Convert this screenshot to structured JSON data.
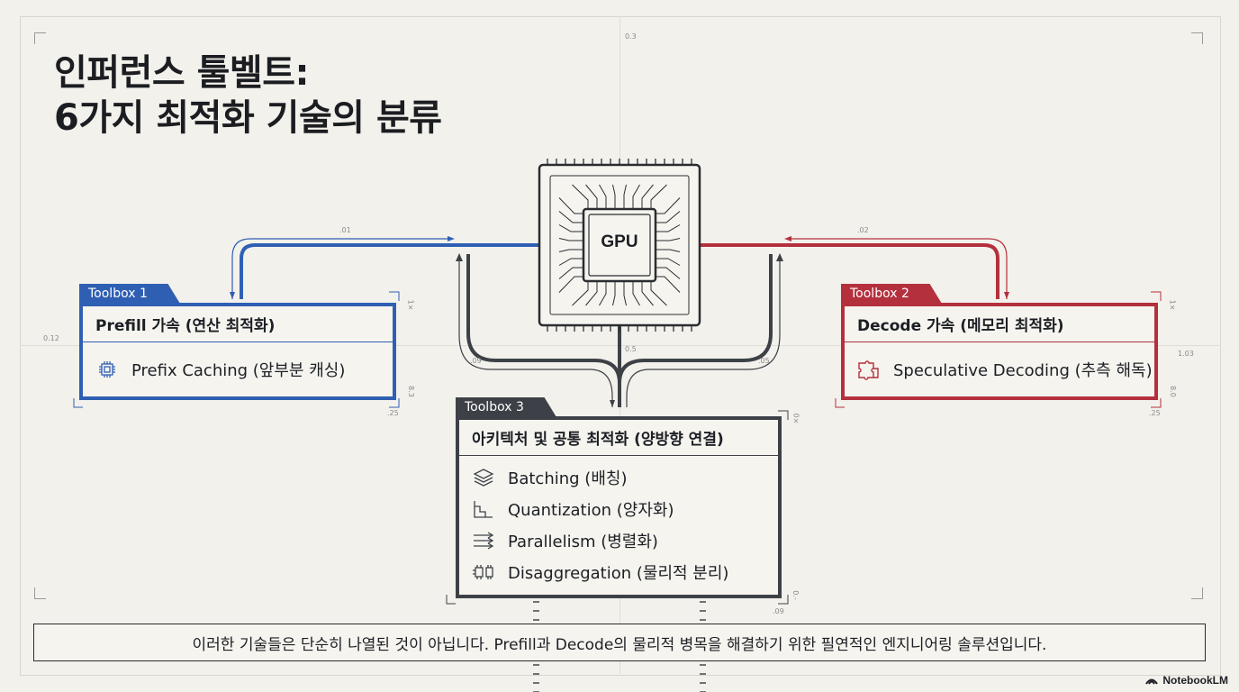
{
  "title": {
    "line1": "인퍼런스 툴벨트:",
    "line2": "6가지 최적화 기술의 분류"
  },
  "chip": {
    "label": "GPU"
  },
  "toolbox1": {
    "tab": "Toolbox 1",
    "header": "Prefill 가속 (연산 최적화)",
    "items": [
      {
        "label": "Prefix Caching (앞부분 캐싱)",
        "icon": "chip-icon"
      }
    ],
    "color": "#2f5fb3"
  },
  "toolbox2": {
    "tab": "Toolbox 2",
    "header": "Decode 가속 (메모리 최적화)",
    "items": [
      {
        "label": "Speculative Decoding (추측 해독)",
        "icon": "puzzle-icon"
      }
    ],
    "color": "#b4303d"
  },
  "toolbox3": {
    "tab": "Toolbox 3",
    "header": "아키텍처 및 공통 최적화 (양방향 연결)",
    "items": [
      {
        "label": "Batching (배칭)",
        "icon": "layers-icon"
      },
      {
        "label": "Quantization (양자화)",
        "icon": "step-icon"
      },
      {
        "label": "Parallelism (병렬화)",
        "icon": "parallel-arrows-icon"
      },
      {
        "label": "Disaggregation (물리적 분리)",
        "icon": "split-chip-icon"
      }
    ],
    "color": "#3d4147"
  },
  "annotations": {
    "top": "0.3",
    "left": "0.12",
    "right": "1.03",
    "wire_left": ".01",
    "wire_right": ".02",
    "wire_center": "0.5",
    "wire_mid_left": ".09",
    "wire_mid_right": ".05",
    "box1_a": "1×",
    "box1_b": "8.3",
    "box1_c": ".25",
    "box2_a": "1×",
    "box2_b": "8.0",
    "box2_c": ".25",
    "box3_a": "0×",
    "box3_b": "0.-",
    "box3_c": ".09"
  },
  "footer": "이러한 기술들은 단순히 나열된 것이 아닙니다. Prefill과 Decode의 물리적 병목을 해결하기 위한 필연적인 엔지니어링 솔루션입니다.",
  "brand": "NotebookLM"
}
